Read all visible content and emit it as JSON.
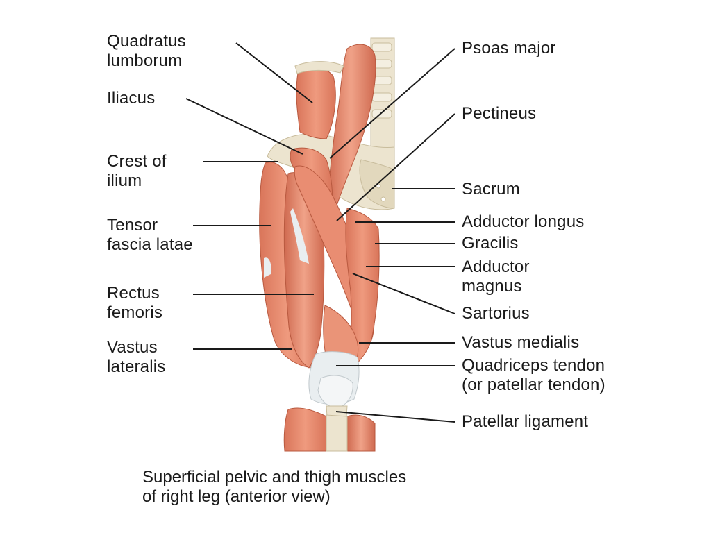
{
  "labels_left": {
    "quadratus_lumborum": [
      "Quadratus",
      "lumborum"
    ],
    "iliacus": [
      "Iliacus"
    ],
    "crest_of_ilium": [
      "Crest of",
      "ilium"
    ],
    "tensor_fascia_latae": [
      "Tensor",
      "fascia latae"
    ],
    "rectus_femoris": [
      "Rectus",
      "femoris"
    ],
    "vastus_lateralis": [
      "Vastus",
      "lateralis"
    ]
  },
  "labels_right": {
    "psoas_major": [
      "Psoas major"
    ],
    "pectineus": [
      "Pectineus"
    ],
    "sacrum": [
      "Sacrum"
    ],
    "adductor_longus": [
      "Adductor longus"
    ],
    "gracilis": [
      "Gracilis"
    ],
    "adductor_magnus": [
      "Adductor",
      "magnus"
    ],
    "sartorius": [
      "Sartorius"
    ],
    "vastus_medialis": [
      "Vastus medialis"
    ],
    "quadriceps_tendon": [
      "Quadriceps tendon",
      "(or patellar tendon)"
    ],
    "patellar_ligament": [
      "Patellar ligament"
    ]
  },
  "caption": [
    "Superficial pelvic and thigh muscles",
    "of right leg (anterior view)"
  ],
  "colors": {
    "muscle": "#e58a6e",
    "muscle_dark": "#c9674d",
    "muscle_light": "#f2b39b",
    "tendon": "#e9eef0",
    "bone": "#ece4cf",
    "bone_shadow": "#d2c7a8",
    "leader_line": "#1a1a1a"
  }
}
